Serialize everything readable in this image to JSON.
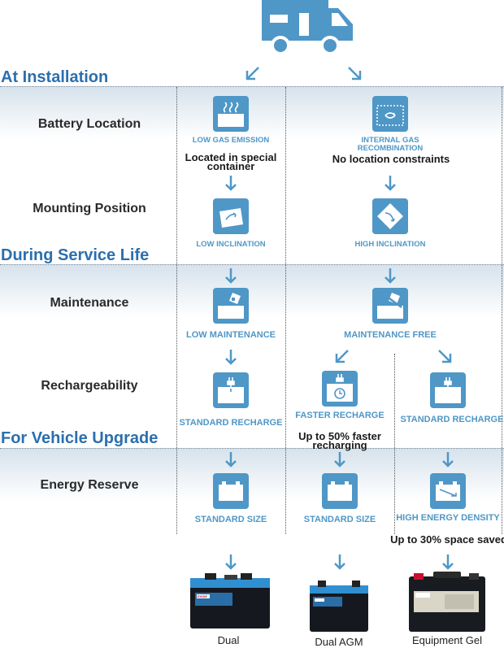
{
  "sections": {
    "installation": "At Installation",
    "service": "During Service Life",
    "upgrade": "For Vehicle Upgrade"
  },
  "rows": {
    "battery_location": "Battery Location",
    "mounting_position": "Mounting Position",
    "maintenance": "Maintenance",
    "rechargeability": "Rechargeability",
    "energy_reserve": "Energy Reserve"
  },
  "captions": {
    "low_gas_emission": "LOW GAS EMISSION",
    "internal_gas_recombination": "INTERNAL GAS RECOMBINATION",
    "low_inclination": "LOW INCLINATION",
    "high_inclination": "HIGH INCLINATION",
    "low_maintenance": "LOW MAINTENANCE",
    "maintenance_free": "MAINTENANCE FREE",
    "standard_recharge_1": "STANDARD RECHARGE",
    "faster_recharge": "FASTER RECHARGE",
    "standard_recharge_2": "STANDARD RECHARGE",
    "standard_size_1": "STANDARD SIZE",
    "standard_size_2": "STANDARD SIZE",
    "high_energy_density": "HIGH ENERGY DENSITY"
  },
  "notes": {
    "special_container": "Located in special container",
    "no_constraints": "No location constraints",
    "faster_recharging": "Up to 50% faster recharging",
    "space_saved": "Up to 30% space saved"
  },
  "batteries": {
    "dual": "Dual",
    "dual_agm": "Dual AGM",
    "equipment_gel": "Equipment Gel",
    "brand": "EXIDE"
  },
  "icons": {
    "vehicle": "camper-van-icon",
    "gas": "gas-emission-icon",
    "recombination": "gas-recombination-icon",
    "inclination": "inclination-icon",
    "maintenance": "maintenance-icon",
    "recharge": "recharge-plug-icon",
    "size": "battery-size-icon"
  },
  "colors": {
    "accent": "#4f97c6",
    "section_heading": "#2b6fae"
  }
}
